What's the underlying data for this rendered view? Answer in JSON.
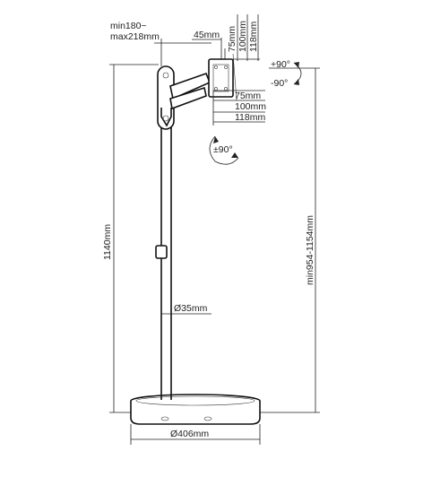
{
  "labels": {
    "arm_reach_line1": "min180~",
    "arm_reach_line2": "max218mm",
    "arm_offset": "45mm",
    "vesa_top_75": "75mm",
    "vesa_top_100": "100mm",
    "vesa_top_118": "118mm",
    "tilt_up": "+90°",
    "tilt_down": "-90°",
    "vesa_side_75": "75mm",
    "vesa_side_100": "100mm",
    "vesa_side_118": "118mm",
    "rotate": "±90°",
    "total_height": "1140mm",
    "pole_height": "min954-1154mm",
    "pole_diameter": "Ø35mm",
    "base_diameter": "Ø406mm"
  },
  "colors": {
    "line": "#222222",
    "fill": "#ffffff"
  }
}
